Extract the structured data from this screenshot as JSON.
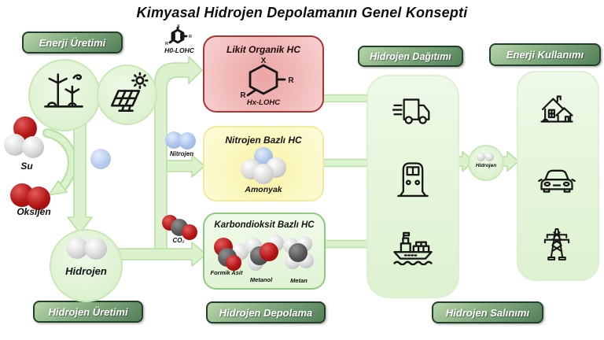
{
  "title": "Kimyasal Hidrojen Depolamanın Genel Konsepti",
  "stages": {
    "energy_production": "Enerji Üretimi",
    "hydrogen_production": "Hidrojen Üretimi",
    "hydrogen_storage": "Hidrojen Depolama",
    "hydrogen_distribution": "Hidrojen Dağıtımı",
    "hydrogen_release": "Hidrojen Salınımı",
    "energy_use": "Enerji Kullanımı"
  },
  "left_flow": {
    "water_label": "Su",
    "oxygen_label": "Oksijen",
    "hydrogen_label": "Hidrojen"
  },
  "storage_boxes": {
    "lohc": {
      "title": "Likit Organik HC",
      "input_molecule_label": "H0-LOHC",
      "stored_molecule_label": "Hx-LOHC",
      "ring_substituent_top": "X",
      "ring_substituent_right": "R",
      "ring_substituent_left": "R"
    },
    "nitrogen_based": {
      "title": "Nitrojen Bazlı HC",
      "input_molecule_label": "Nitrojen",
      "stored_molecule_label": "Amonyak"
    },
    "co2_based": {
      "title": "Karbondioksit Bazlı HC",
      "input_molecule_label": "CO₂",
      "stored_molecule_labels": [
        "Formik Asit",
        "Metanol",
        "Metan"
      ]
    }
  },
  "release_flow": {
    "hydrogen_label": "Hidrojen"
  },
  "icons": {
    "energy_production": [
      "wind-turbines-icon",
      "solar-panel-icon"
    ],
    "distribution": [
      "truck-icon",
      "train-icon",
      "cargo-ship-icon"
    ],
    "energy_use": [
      "house-icon",
      "car-icon",
      "power-tower-icon"
    ]
  },
  "colors": {
    "badge_green": "#527f58",
    "panel_green": "#e6f6db",
    "arrow_green": "#dcf2cf",
    "arrow_border": "#b7e1a3",
    "lohc_red_fill": "#f0b5b5",
    "lohc_red_border": "#a93535",
    "nitrogen_yellow_fill": "#fbf7c4",
    "co2_box_border": "#90ca82",
    "sphere_red": "#b41414",
    "sphere_white": "#d9d9d9",
    "sphere_dark": "#4f4f4f",
    "sphere_blue": "#aac2e9"
  }
}
